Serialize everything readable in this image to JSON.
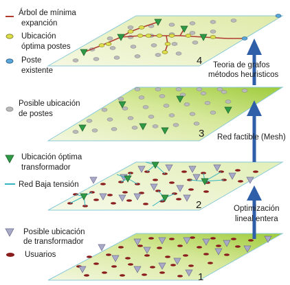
{
  "colors": {
    "plane_green": "#9ecb3a",
    "plane_light": "#f3f7df",
    "plane_border": "#89c9d9",
    "tree": "#b03a2e",
    "optimal_post": "#dede4a",
    "existing_post": "#5aa6d8",
    "possible_post": "#b9b9b9",
    "transformer_optimal": "#2e9a45",
    "transformer_possible": "#a9a9c8",
    "low_voltage": "#33b3bd",
    "user": "#8a1d1d",
    "arrow": "#2f5fa8"
  },
  "legend": {
    "min_tree": [
      "Árbol de mínima",
      "expanción"
    ],
    "optimal_post": [
      "Ubicación",
      "óptima postes"
    ],
    "existing_post": [
      "Poste",
      "existente"
    ],
    "possible_post": [
      "Posible ubicación",
      "de postes"
    ],
    "optimal_transformer": [
      "Ubicación óptima",
      "transformador"
    ],
    "low_voltage": [
      "Red Baja tensión"
    ],
    "possible_transformer": [
      "Posible ubicación",
      "de transformador"
    ],
    "users": [
      "Usuarios"
    ]
  },
  "layers": {
    "one": "1",
    "two": "2",
    "three": "3",
    "four": "4"
  },
  "arrows": {
    "one_to_two": [
      "Optimización",
      "lineal entera"
    ],
    "two_to_three": [
      "Red factible (Mesh)"
    ],
    "three_to_four": [
      "Teoria  de grafos",
      "métodos heuristicos"
    ]
  }
}
